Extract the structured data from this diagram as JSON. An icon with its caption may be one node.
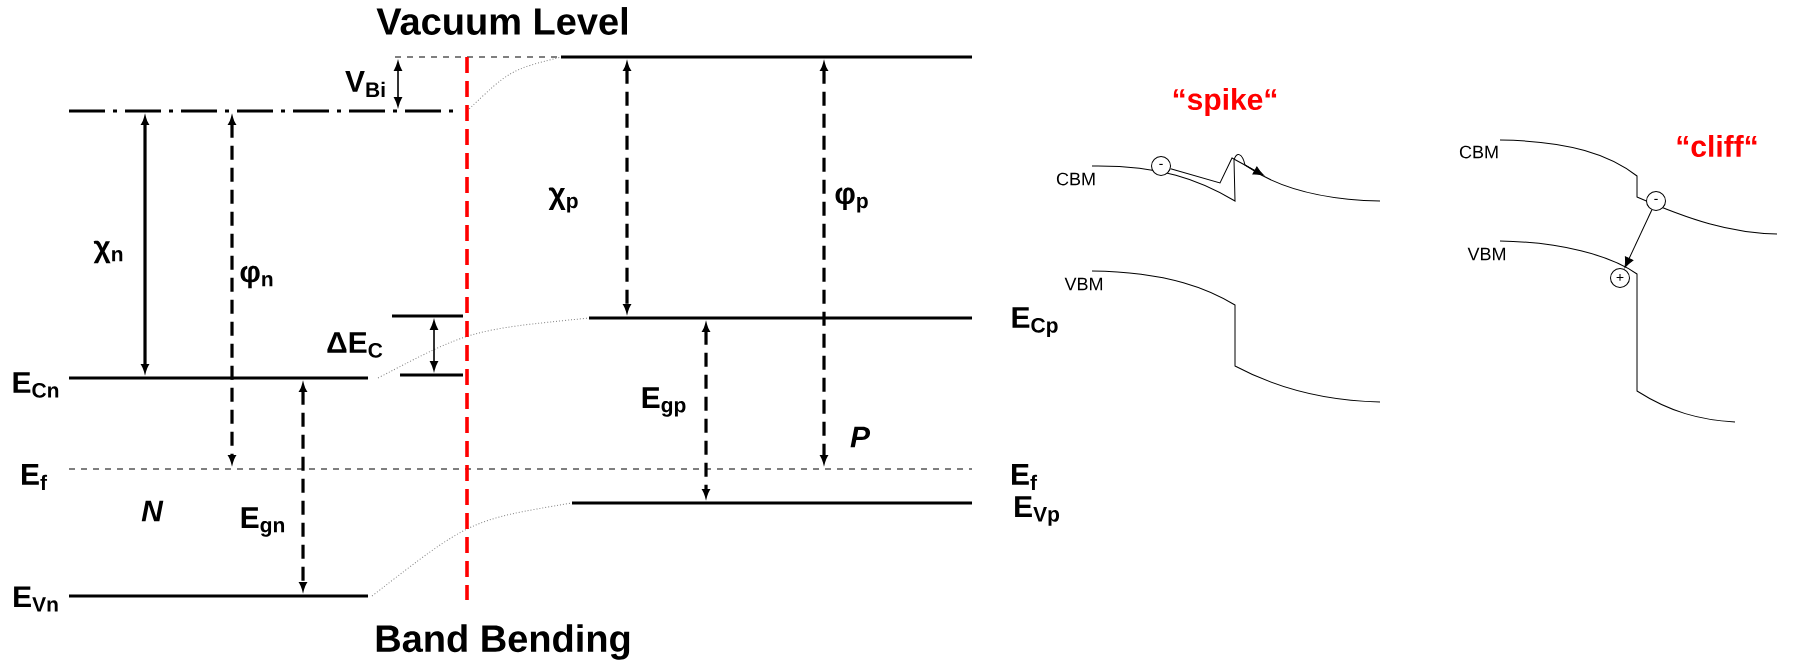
{
  "diagram": {
    "nodes": [
      {
        "text": [
          "-"
        ]
      },
      {
        "text": [
          "-"
        ]
      },
      {
        "text": [
          "+"
        ]
      }
    ],
    "edges": [
      {
        "from": 0,
        "to": null,
        "arrow": "to"
      },
      {
        "from": 1,
        "to": 2,
        "arrow": "to"
      }
    ],
    "labels": [
      "Vacuum Level",
      "V$_{Bi}$",
      "χ$_{n}$",
      "φ$_{n}$",
      "χ$_{p}$",
      "φ$_{p}$",
      "ΔE$_{C}$",
      "E$_{Cp}$",
      "E$_{Cn}$",
      "E$_{gp}$",
      "P",
      "E$_{f}$",
      "E$_{f}$",
      "N",
      "E$_{gn}$",
      "E$_{Vp}$",
      "E$_{Vn}$",
      "Band Bending",
      "“spike“",
      "CBM",
      "VBM",
      "“cliff“",
      "CBM",
      "VBM"
    ]
  }
}
